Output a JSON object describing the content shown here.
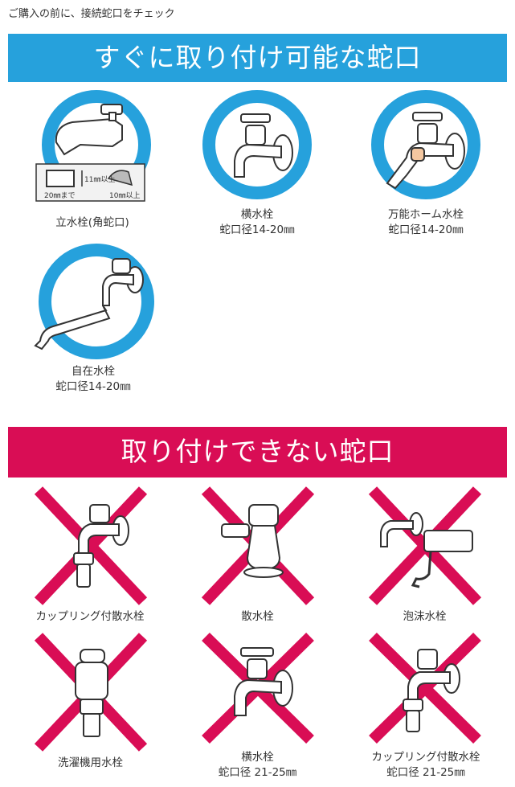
{
  "intro_text": "ご購入の前に、接続蛇口をチェック",
  "compatible": {
    "heading": "すぐに取り付け可能な蛇口",
    "color": "#26a1dc",
    "items": [
      {
        "name": "立水栓(角蛇口)",
        "spec": "",
        "callouts": [
          "20㎜まで",
          "11㎜以上",
          "10㎜以上"
        ]
      },
      {
        "name": "横水栓",
        "spec": "蛇口径14-20㎜"
      },
      {
        "name": "万能ホーム水栓",
        "spec": "蛇口径14-20㎜"
      },
      {
        "name": "自在水栓",
        "spec": "蛇口径14-20㎜"
      }
    ]
  },
  "incompatible": {
    "heading": "取り付けできない蛇口",
    "color": "#d90d55",
    "items": [
      {
        "name": "カップリング付散水栓",
        "spec": ""
      },
      {
        "name": "散水栓",
        "spec": ""
      },
      {
        "name": "泡沫水栓",
        "spec": ""
      },
      {
        "name": "洗濯機用水栓",
        "spec": ""
      },
      {
        "name": "横水栓",
        "spec": "蛇口径 21-25㎜"
      },
      {
        "name": "カップリング付散水栓",
        "spec": "蛇口径 21-25㎜"
      }
    ]
  }
}
